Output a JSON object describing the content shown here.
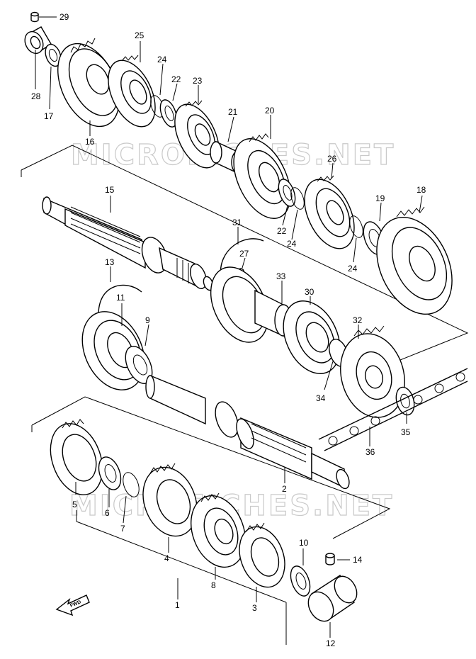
{
  "watermarks": [
    "MICROFICHES.NET",
    "MICROFICHES.NET"
  ],
  "fwd_label": "FWD",
  "parts": [
    {
      "id": "1"
    },
    {
      "id": "2"
    },
    {
      "id": "3"
    },
    {
      "id": "4"
    },
    {
      "id": "5"
    },
    {
      "id": "6"
    },
    {
      "id": "7"
    },
    {
      "id": "8"
    },
    {
      "id": "9"
    },
    {
      "id": "10"
    },
    {
      "id": "11"
    },
    {
      "id": "12"
    },
    {
      "id": "13"
    },
    {
      "id": "14"
    },
    {
      "id": "15"
    },
    {
      "id": "16"
    },
    {
      "id": "17"
    },
    {
      "id": "18"
    },
    {
      "id": "19"
    },
    {
      "id": "20"
    },
    {
      "id": "21"
    },
    {
      "id": "22"
    },
    {
      "id": "22"
    },
    {
      "id": "23"
    },
    {
      "id": "24"
    },
    {
      "id": "24"
    },
    {
      "id": "24"
    },
    {
      "id": "25"
    },
    {
      "id": "26"
    },
    {
      "id": "27"
    },
    {
      "id": "28"
    },
    {
      "id": "29"
    },
    {
      "id": "30"
    },
    {
      "id": "31"
    },
    {
      "id": "32"
    },
    {
      "id": "33"
    },
    {
      "id": "34"
    },
    {
      "id": "35"
    },
    {
      "id": "36"
    }
  ]
}
